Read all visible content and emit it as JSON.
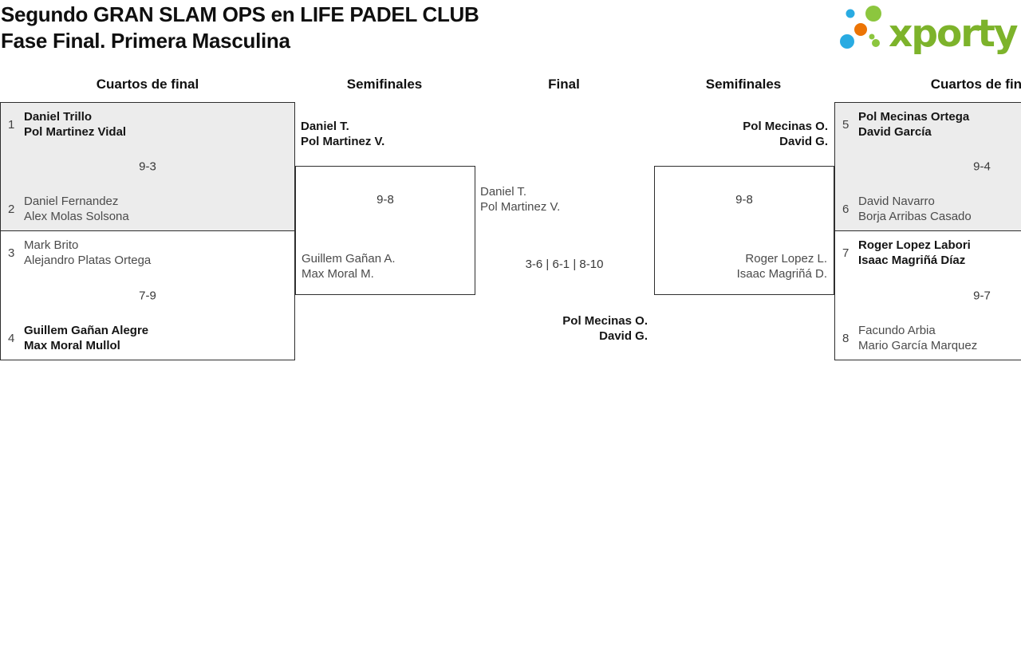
{
  "title": {
    "line1": "Segundo GRAN SLAM OPS en LIFE PADEL CLUB",
    "line2": "Fase Final. Primera Masculina"
  },
  "logo": {
    "wordmark": "xporty",
    "colors": {
      "green": "#7db32b",
      "dot_green": "#8cc63e",
      "dot_blue": "#29abe2",
      "dot_orange": "#ec7405"
    }
  },
  "round_headers": {
    "left_quarters": "Cuartos de final",
    "left_semis": "Semifinales",
    "final": "Final",
    "right_semis": "Semifinales",
    "right_quarters": "Cuartos de final"
  },
  "colors": {
    "box_shaded": "#ececec",
    "box_border": "#2e2e2e",
    "winner_text": "#151515",
    "loser_text": "#4b4b4b"
  },
  "matches": {
    "ql1": {
      "seed_top": "1",
      "top1": "Daniel Trillo",
      "top2": "Pol Martinez Vidal",
      "score": "9-3",
      "seed_bottom": "2",
      "bottom1": "Daniel Fernandez",
      "bottom2": "Alex Molas Solsona"
    },
    "ql2": {
      "seed_top": "3",
      "top1": "Mark Brito",
      "top2": "Alejandro Platas Ortega",
      "score": "7-9",
      "seed_bottom": "4",
      "bottom1": "Guillem Gañan Alegre",
      "bottom2": "Max Moral Mullol"
    },
    "sl": {
      "winner1": "Daniel T.",
      "winner2": "Pol Martinez V.",
      "score": "9-8",
      "loser1": "Guillem Gañan A.",
      "loser2": "Max Moral M."
    },
    "final": {
      "top1": "Daniel T.",
      "top2": "Pol Martinez V.",
      "score": "3-6 | 6-1 | 8-10",
      "winner1": "Pol Mecinas O.",
      "winner2": "David G."
    },
    "sr": {
      "winner1": "Pol Mecinas O.",
      "winner2": "David G.",
      "score": "9-8",
      "loser1": "Roger Lopez L.",
      "loser2": "Isaac Magriñá D."
    },
    "qr1": {
      "seed_top": "5",
      "top1": "Pol Mecinas Ortega",
      "top2": "David García",
      "score": "9-4",
      "seed_bottom": "6",
      "bottom1": "David Navarro",
      "bottom2": "Borja Arribas Casado"
    },
    "qr2": {
      "seed_top": "7",
      "top1": "Roger Lopez Labori",
      "top2": "Isaac Magriñá Díaz",
      "score": "9-7",
      "seed_bottom": "8",
      "bottom1": "Facundo Arbia",
      "bottom2": "Mario García Marquez"
    }
  }
}
